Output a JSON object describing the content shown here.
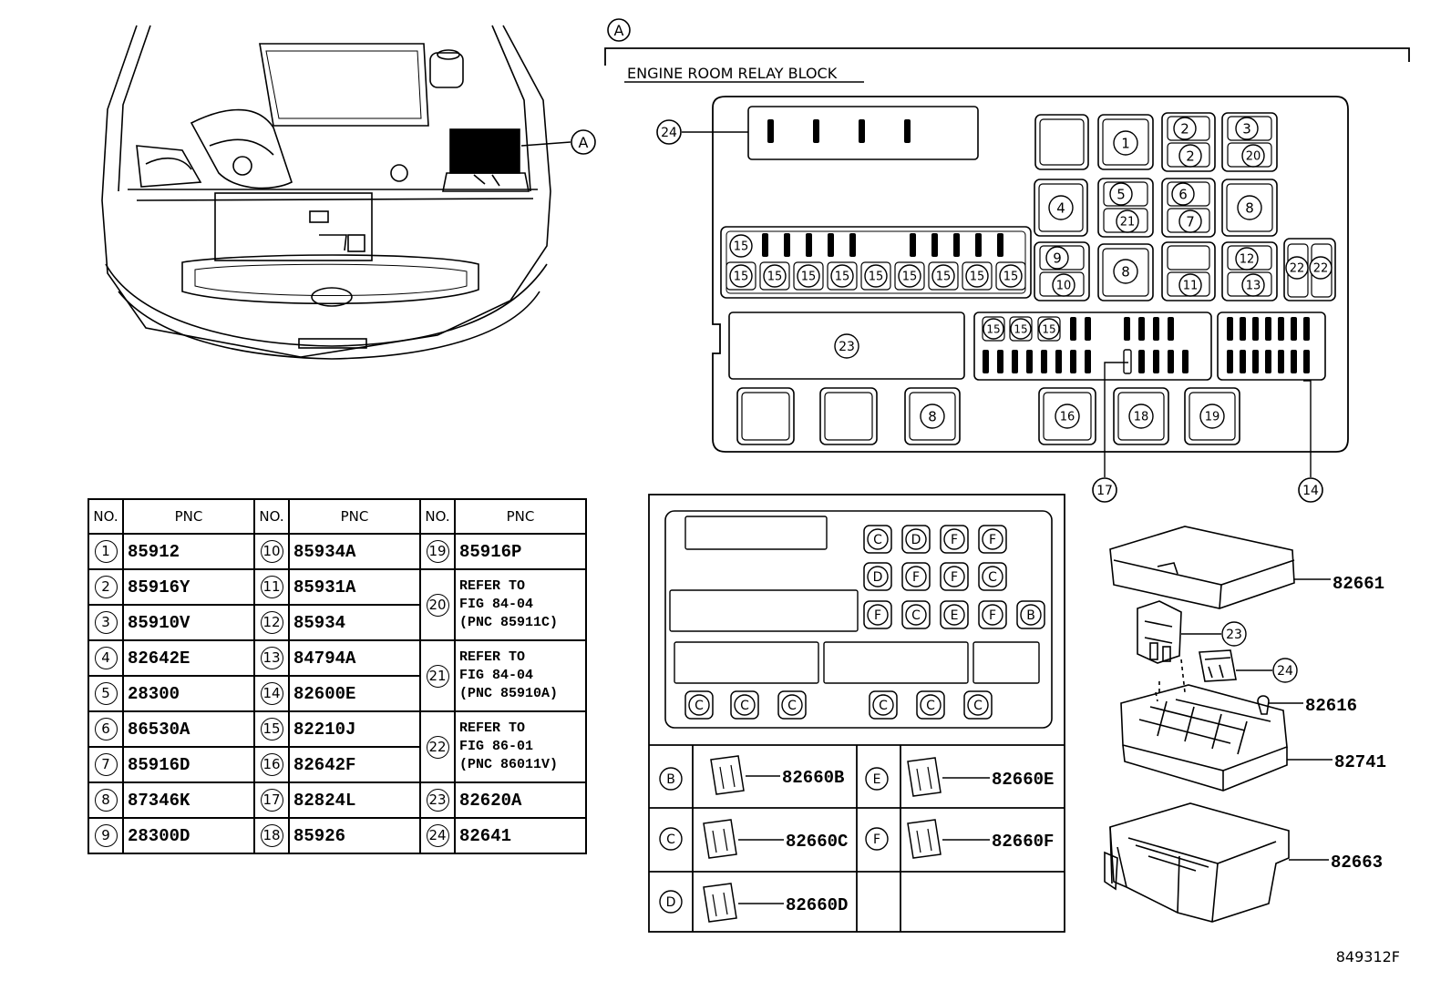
{
  "header": {
    "callout": "A",
    "block_title": "ENGINE ROOM RELAY BLOCK"
  },
  "drawing_code": "849312F",
  "relay_block": {
    "top_row": [
      "1",
      "2",
      "2",
      "3",
      "20"
    ],
    "second_row": [
      "4",
      "5",
      "21",
      "6",
      "7",
      "8"
    ],
    "third_row": [
      "9",
      "10",
      "8",
      "11",
      "12",
      "13",
      "22",
      "22"
    ],
    "fuse_label": "15",
    "area_23": "23",
    "area_24": "24",
    "bottom_row": [
      "8",
      "16",
      "18",
      "19"
    ],
    "leader_17": "17",
    "leader_14": "14"
  },
  "connector_block": {
    "row1": [
      "C",
      "D",
      "F",
      "F"
    ],
    "row2": [
      "D",
      "F",
      "F",
      "C"
    ],
    "row3": [
      "F",
      "C",
      "E",
      "F",
      "B"
    ],
    "row4": [
      "C",
      "C",
      "C",
      "C",
      "C",
      "C"
    ]
  },
  "connector_legend": [
    {
      "letter": "B",
      "pnc": "82660B"
    },
    {
      "letter": "C",
      "pnc": "82660C"
    },
    {
      "letter": "D",
      "pnc": "82660D"
    },
    {
      "letter": "E",
      "pnc": "82660E"
    },
    {
      "letter": "F",
      "pnc": "82660F"
    }
  ],
  "exploded_parts": [
    {
      "label": "82661"
    },
    {
      "label": "23"
    },
    {
      "label": "24"
    },
    {
      "label": "82616"
    },
    {
      "label": "82741"
    },
    {
      "label": "82663"
    }
  ],
  "parts_table": {
    "header_no": "NO.",
    "header_pnc": "PNC",
    "rows": [
      [
        {
          "no": "1",
          "pnc": "85912"
        },
        {
          "no": "10",
          "pnc": "85934A"
        },
        {
          "no": "19",
          "pnc": "85916P"
        }
      ],
      [
        {
          "no": "2",
          "pnc": "85916Y"
        },
        {
          "no": "11",
          "pnc": "85931A"
        },
        {
          "no": "20",
          "pnc": "REFER TO\nFIG 84-04\n(PNC 85911C)"
        }
      ],
      [
        {
          "no": "3",
          "pnc": "85910V"
        },
        {
          "no": "12",
          "pnc": "85934"
        }
      ],
      [
        {
          "no": "4",
          "pnc": "82642E"
        },
        {
          "no": "13",
          "pnc": "84794A"
        },
        {
          "no": "21",
          "pnc": "REFER TO\nFIG 84-04\n(PNC 85910A)"
        }
      ],
      [
        {
          "no": "5",
          "pnc": "28300"
        },
        {
          "no": "14",
          "pnc": "82600E"
        }
      ],
      [
        {
          "no": "6",
          "pnc": "86530A"
        },
        {
          "no": "15",
          "pnc": "82210J"
        },
        {
          "no": "22",
          "pnc": "REFER TO\nFIG 86-01\n(PNC 86011V)"
        }
      ],
      [
        {
          "no": "7",
          "pnc": "85916D"
        },
        {
          "no": "16",
          "pnc": "82642F"
        }
      ],
      [
        {
          "no": "8",
          "pnc": "87346K"
        },
        {
          "no": "17",
          "pnc": "82824L"
        },
        {
          "no": "23",
          "pnc": "82620A"
        }
      ],
      [
        {
          "no": "9",
          "pnc": "28300D"
        },
        {
          "no": "18",
          "pnc": "85926"
        },
        {
          "no": "24",
          "pnc": "82641"
        }
      ]
    ]
  }
}
